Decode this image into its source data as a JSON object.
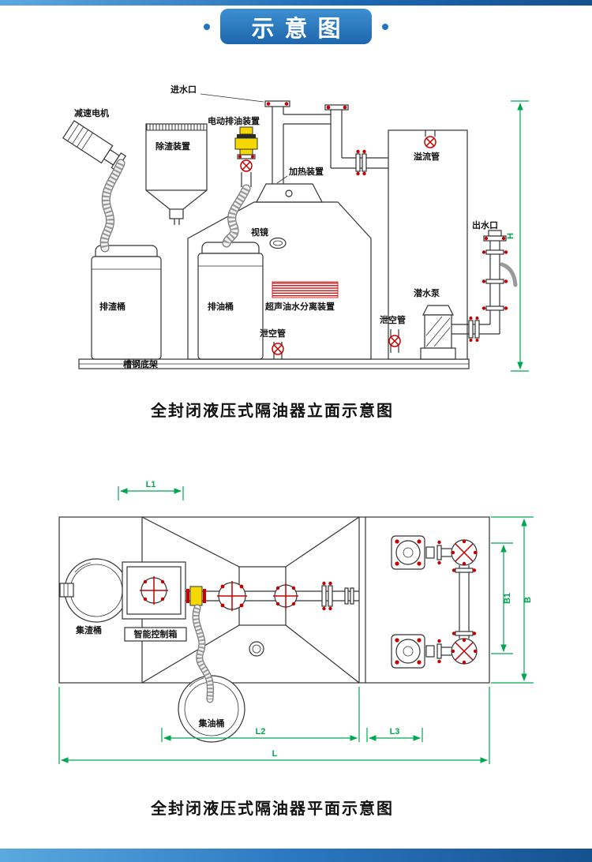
{
  "page": {
    "title": "示意图"
  },
  "colors": {
    "accent_blue": "#1e6cb5",
    "dim_green": "#00a651",
    "flange_red": "#c40000",
    "valve_yellow": "#f5d800",
    "line_dark": "#333333"
  },
  "elevation": {
    "caption": "全封闭液压式隔油器立面示意图",
    "labels": {
      "inlet": "进水口",
      "gear_motor": "减速电机",
      "electric_oil_discharge": "电动排油装置",
      "slag_removal_device": "除渣装置",
      "heating_device": "加热装置",
      "overflow_pipe": "溢流管",
      "sight_glass": "视镜",
      "outlet": "出水口",
      "slag_barrel": "排渣桶",
      "oil_barrel": "排油桶",
      "ultrasonic_separator": "超声油水分离装置",
      "submersible_pump": "潜水泵",
      "drain_pipe_left": "泄空管",
      "drain_pipe_right": "泄空管",
      "steel_base": "槽钢底架",
      "dim_h": "H"
    }
  },
  "plan": {
    "caption": "全封闭液压式隔油器平面示意图",
    "labels": {
      "slag_collect_barrel": "集渣桶",
      "control_box": "智能控制箱",
      "oil_collect_barrel": "集油桶",
      "dim_l1": "L1",
      "dim_l2": "L2",
      "dim_l3": "L3",
      "dim_l": "L",
      "dim_b1": "B1",
      "dim_b": "B"
    }
  }
}
